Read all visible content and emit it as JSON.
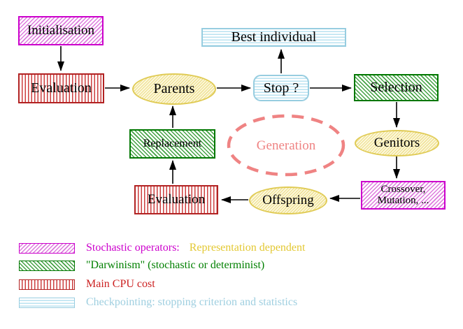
{
  "colors": {
    "magenta": "#cc00cc",
    "green": "#008000",
    "red": "#cc2222",
    "light_blue": "#9fcfe0",
    "gold": "#e3c832",
    "salmon": "#ef8383",
    "black": "#000000"
  },
  "diagram": {
    "nodes": {
      "initialisation": {
        "label": "Initialisation",
        "style": "magenta-diagonal-hatch"
      },
      "evaluation_top": {
        "label": "Evaluation",
        "style": "red-vertical-stripes"
      },
      "parents": {
        "label": "Parents",
        "style": "yellow-hatch-ellipse"
      },
      "stop": {
        "label": "Stop ?",
        "style": "blue-horizontal-stripes"
      },
      "best_individual": {
        "label": "Best individual",
        "style": "blue-horizontal-stripes"
      },
      "selection": {
        "label": "Selection",
        "style": "green-diagonal-hatch"
      },
      "genitors": {
        "label": "Genitors",
        "style": "yellow-hatch-ellipse"
      },
      "generation": {
        "label": "Generation",
        "style": "salmon-dashed-ellipse"
      },
      "replacement": {
        "label": "Replacement",
        "style": "green-diagonal-hatch"
      },
      "evaluation_bottom": {
        "label": "Evaluation",
        "style": "red-vertical-stripes"
      },
      "offspring": {
        "label": "Offspring",
        "style": "yellow-hatch-ellipse"
      },
      "crossover_mutation": {
        "label_line1": "Crossover,",
        "label_line2": "Mutation, ...",
        "style": "magenta-diagonal-hatch"
      }
    },
    "edges": [
      "initialisation -> evaluation_top",
      "evaluation_top -> parents",
      "parents -> stop",
      "stop -> best_individual",
      "stop -> selection",
      "selection -> genitors",
      "genitors -> crossover_mutation",
      "crossover_mutation -> offspring",
      "offspring -> evaluation_bottom",
      "evaluation_bottom -> replacement",
      "replacement -> parents"
    ]
  },
  "legend": {
    "items": [
      {
        "swatch": "magenta-diagonal-hatch",
        "parts": [
          {
            "text": "Stochastic operators:",
            "color": "#cc00cc"
          },
          {
            "text": "Representation dependent",
            "color": "#e3c832"
          }
        ]
      },
      {
        "swatch": "green-diagonal-hatch",
        "parts": [
          {
            "text": "\"Darwinism\" (stochastic or determinist)",
            "color": "#008000"
          }
        ]
      },
      {
        "swatch": "red-vertical-stripes",
        "parts": [
          {
            "text": "Main CPU cost",
            "color": "#cc2222"
          }
        ]
      },
      {
        "swatch": "blue-horizontal-stripes",
        "parts": [
          {
            "text": "Checkpointing: stopping criterion and statistics",
            "color": "#9fcfe0"
          }
        ]
      }
    ]
  }
}
